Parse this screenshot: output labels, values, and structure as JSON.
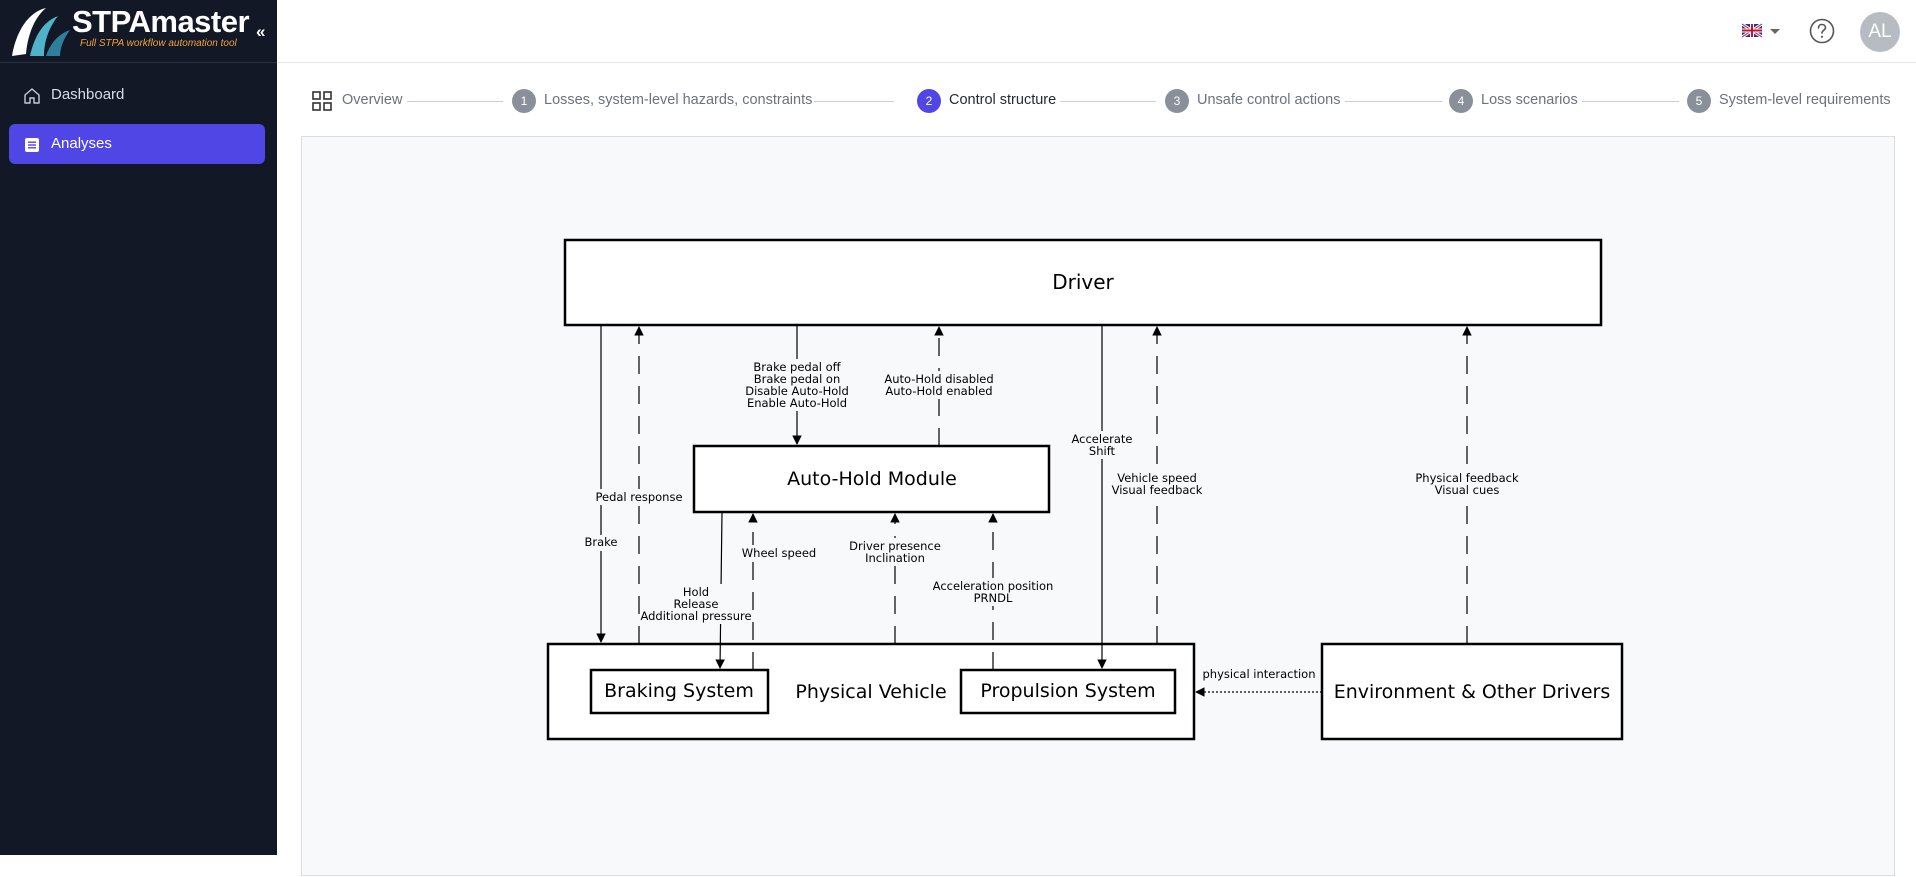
{
  "app": {
    "name": "STPAmaster",
    "tagline": "Full STPA workflow automation tool",
    "collapse_glyph": "«"
  },
  "sidebar": {
    "items": [
      {
        "label": "Dashboard",
        "icon": "home-icon",
        "active": false
      },
      {
        "label": "Analyses",
        "icon": "list-icon",
        "active": true
      }
    ]
  },
  "header": {
    "language_icon": "uk-flag-icon",
    "help_icon": "help-circle-icon",
    "avatar_initials": "AL"
  },
  "stepper": {
    "overview_label": "Overview",
    "steps": [
      {
        "num": "1",
        "label": "Losses, system-level hazards, constraints",
        "active": false
      },
      {
        "num": "2",
        "label": "Control structure",
        "active": true
      },
      {
        "num": "3",
        "label": "Unsafe control actions",
        "active": false
      },
      {
        "num": "4",
        "label": "Loss scenarios",
        "active": false
      },
      {
        "num": "5",
        "label": "System-level requirements",
        "active": false
      }
    ]
  },
  "colors": {
    "sidebar_bg": "#121826",
    "accent": "#4f46e5",
    "step_inactive": "#8a909a",
    "logo_accent": "#f2a23a"
  },
  "diagram": {
    "nodes": {
      "driver": "Driver",
      "auto_hold": "Auto-Hold Module",
      "physical_vehicle": "Physical Vehicle",
      "braking": "Braking System",
      "propulsion": "Propulsion System",
      "environment": "Environment & Other Drivers"
    },
    "labels": {
      "pedal_response": "Pedal response",
      "brake": "Brake",
      "driver_to_autohold": [
        "Brake pedal off",
        "Brake pedal on",
        "Disable Auto-Hold",
        "Enable Auto-Hold"
      ],
      "autohold_to_driver": [
        "Auto-Hold disabled",
        "Auto-Hold enabled"
      ],
      "accelerate_shift": [
        "Accelerate",
        "Shift"
      ],
      "vehicle_feedback": [
        "Vehicle speed",
        "Visual feedback"
      ],
      "physical_feedback": [
        "Physical feedback",
        "Visual cues"
      ],
      "wheel_speed": "Wheel speed",
      "hold_commands": [
        "Hold",
        "Release",
        "Additional pressure"
      ],
      "driver_presence": [
        "Driver presence",
        "Inclination"
      ],
      "acceleration_position": [
        "Acceleration position",
        "PRNDL"
      ],
      "physical_interaction": "physical interaction"
    }
  }
}
